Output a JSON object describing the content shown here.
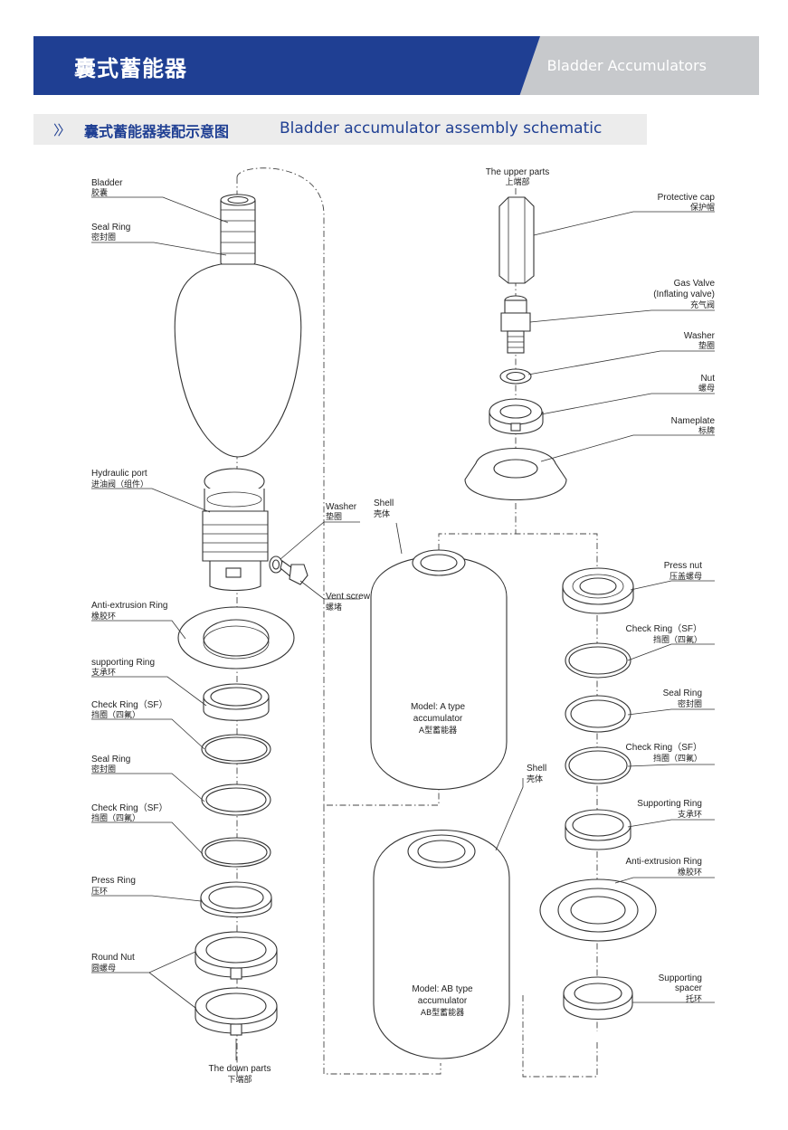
{
  "header": {
    "title_cn": "囊式蓄能器",
    "title_en": "Bladder Accumulators"
  },
  "section": {
    "arrow": "〉〉",
    "title_cn": "囊式蓄能器装配示意图",
    "title_en": "Bladder accumulator assembly schematic"
  },
  "colors": {
    "brand_blue": "#1f3f93",
    "header_gray": "#c7c9cc",
    "subbar_gray": "#ececec"
  },
  "left_labels": {
    "bladder": {
      "en": "Bladder",
      "cn": "胶囊"
    },
    "seal_ring_top": {
      "en": "Seal Ring",
      "cn": "密封圈"
    },
    "hydraulic_port": {
      "en": "Hydraulic port",
      "cn": "进油阀（组件）"
    },
    "washer": {
      "en": "Washer",
      "cn": "垫圈"
    },
    "vent_screw": {
      "en": "Vent screw",
      "cn": "螺堵"
    },
    "anti_extrusion": {
      "en": "Anti-extrusion Ring",
      "cn": "橡胶环"
    },
    "supporting_ring": {
      "en": "supporting Ring",
      "cn": "支承环"
    },
    "check_ring_1": {
      "en": "Check Ring（SF）",
      "cn": "挡圈（四氟）"
    },
    "seal_ring_2": {
      "en": "Seal Ring",
      "cn": "密封圈"
    },
    "check_ring_2": {
      "en": "Check Ring（SF）",
      "cn": "挡圈（四氟）"
    },
    "press_ring": {
      "en": "Press Ring",
      "cn": "压环"
    },
    "round_nut": {
      "en": "Round Nut",
      "cn": "圆螺母"
    },
    "down_parts": {
      "en": "The down parts",
      "cn": "下端部"
    }
  },
  "right_labels": {
    "upper_parts": {
      "en": "The upper parts",
      "cn": "上端部"
    },
    "protective_cap": {
      "en": "Protective cap",
      "cn": "保护帽"
    },
    "gas_valve": {
      "en": "Gas Valve",
      "en2": "(Inflating valve)",
      "cn": "充气阀"
    },
    "washer": {
      "en": "Washer",
      "cn": "垫圈"
    },
    "nut": {
      "en": "Nut",
      "cn": "螺母"
    },
    "nameplate": {
      "en": "Nameplate",
      "cn": "标牌"
    },
    "shell_a": {
      "en": "Shell",
      "cn": "壳体"
    },
    "shell_ab": {
      "en": "Shell",
      "cn": "壳体"
    },
    "press_nut": {
      "en": "Press nut",
      "cn": "压盖螺母"
    },
    "check_ring_1": {
      "en": "Check Ring（SF）",
      "cn": "挡圈（四氟）"
    },
    "seal_ring": {
      "en": "Seal Ring",
      "cn": "密封圈"
    },
    "check_ring_2": {
      "en": "Check Ring（SF）",
      "cn": "挡圈（四氟）"
    },
    "supporting_ring": {
      "en": "Supporting Ring",
      "cn": "支承环"
    },
    "anti_extrusion": {
      "en": "Anti-extrusion Ring",
      "cn": "橡胶环"
    },
    "supporting_spacer": {
      "en": "Supporting",
      "en2": "spacer",
      "cn": "托环"
    }
  },
  "models": {
    "a_type": {
      "l1": "Model: A type",
      "l2": "accumulator",
      "cn": "A型蓄能器"
    },
    "ab_type": {
      "l1": "Model: AB type",
      "l2": "accumulator",
      "cn": "AB型蓄能器"
    }
  }
}
